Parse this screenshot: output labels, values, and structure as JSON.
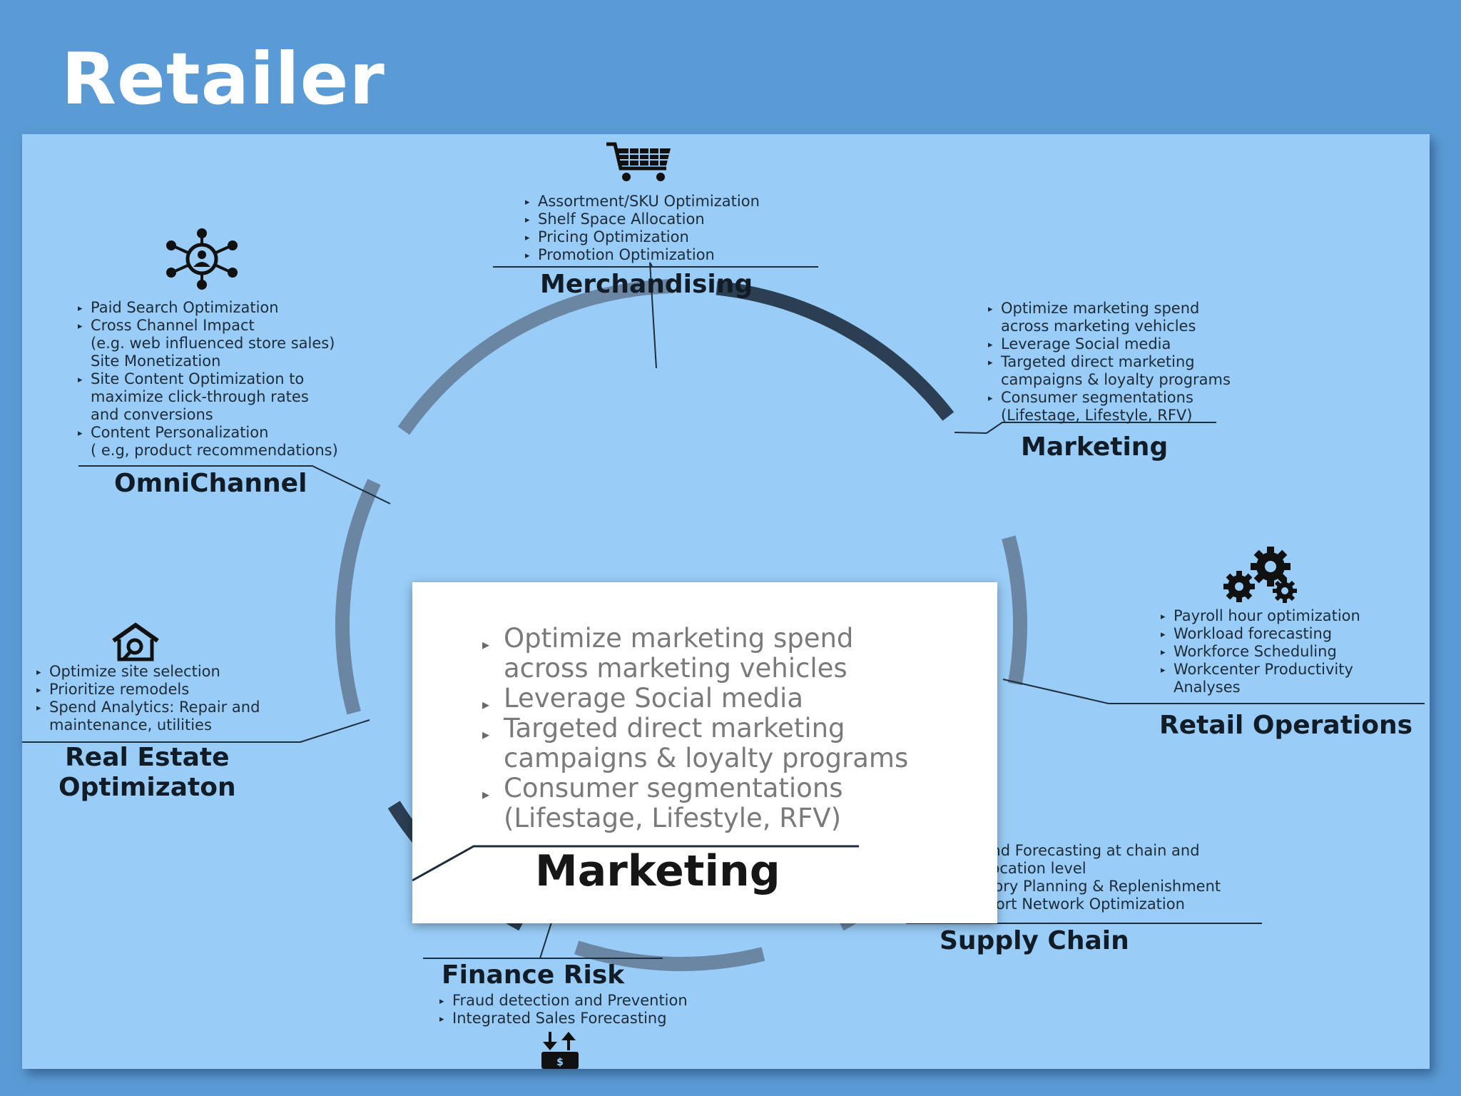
{
  "title": "Retailer",
  "popup": {
    "bullets": [
      "Optimize marketing spend\nacross marketing vehicles",
      "Leverage Social media",
      "Targeted direct marketing\ncampaigns & loyalty programs",
      "Consumer segmentations\n(Lifestage, Lifestyle, RFV)"
    ],
    "heading": "Marketing"
  },
  "sections": {
    "merchandising": {
      "heading": "Merchandising",
      "icon": "shopping-cart-icon",
      "bullets": [
        "Assortment/SKU Optimization",
        "Shelf Space Allocation",
        "Pricing Optimization",
        "Promotion Optimization"
      ]
    },
    "omnichannel": {
      "heading": "OmniChannel",
      "icon": "network-hub-icon",
      "bullets": [
        "Paid Search Optimization",
        "Cross Channel Impact\n(e.g. web influenced store sales)\nSite Monetization",
        "Site Content Optimization to\nmaximize click-through rates\nand conversions",
        "Content Personalization\n( e.g, product recommendations)"
      ]
    },
    "marketing": {
      "heading": "Marketing",
      "bullets": [
        "Optimize marketing spend\nacross marketing vehicles",
        "Leverage Social media",
        "Targeted direct marketing\ncampaigns & loyalty programs",
        "Consumer segmentations\n(Lifestage, Lifestyle, RFV)"
      ]
    },
    "retail_operations": {
      "heading": "Retail Operations",
      "icon": "gears-icon",
      "bullets": [
        "Payroll hour optimization",
        "Workload forecasting",
        "Workforce Scheduling",
        "Workcenter Productivity\nAnalyses"
      ]
    },
    "real_estate": {
      "heading": "Real Estate\nOptimizaton",
      "icon": "house-search-icon",
      "bullets": [
        "Optimize site selection",
        "Prioritize remodels",
        "Spend Analytics: Repair and\nmaintenance, utilities"
      ]
    },
    "supply_chain": {
      "heading": "Supply Chain",
      "bullets": [
        "Demand Forecasting at chain and\nSKU/ location level",
        "Inventory Planning & Replenishment",
        "Transport Network Optimization"
      ]
    },
    "finance_risk": {
      "heading": "Finance Risk",
      "icon": "money-flow-icon",
      "bullets": [
        "Fraud detection and Prevention",
        "Integrated Sales Forecasting"
      ]
    }
  },
  "colors": {
    "background": "#5b9bd5",
    "panel": "#99cdf7",
    "ring_dark": "#2b3e52",
    "ring_light": "#6a86a3"
  }
}
